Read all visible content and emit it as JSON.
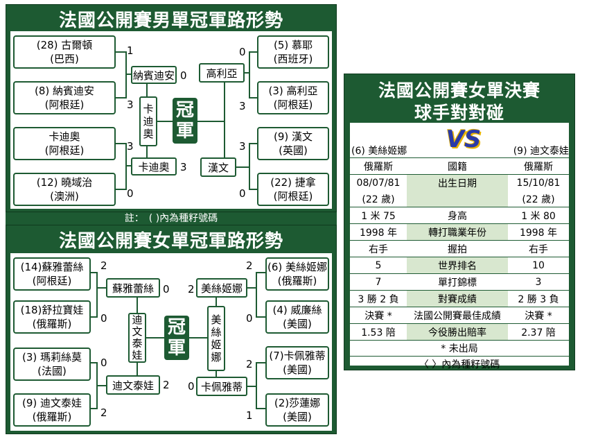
{
  "men": {
    "title": "法國公開賽男單冠軍路形勢",
    "r1": [
      {
        "name": "(28) 古爾頓",
        "country": "(巴西)",
        "score": "1"
      },
      {
        "name": "(8) 納賓迪安",
        "country": "(阿根廷)",
        "score": "3"
      },
      {
        "name": "卡迪奧",
        "country": "(阿根廷)",
        "score": "3"
      },
      {
        "name": "(12) 曉域治",
        "country": "(澳洲)",
        "score": "0"
      },
      {
        "name": "(5) 慕耶",
        "country": "(西班牙)",
        "score": "0"
      },
      {
        "name": "(3) 高利亞",
        "country": "(阿根廷)",
        "score": "3"
      },
      {
        "name": "(9) 漢文",
        "country": "(英國)",
        "score": "3"
      },
      {
        "name": "(22) 捷拿",
        "country": "(阿根廷)",
        "score": "0"
      }
    ],
    "sf": [
      {
        "name": "納賓迪安",
        "score": "0"
      },
      {
        "name": "卡迪奧",
        "score": "3"
      },
      {
        "name": "高利亞",
        "score": ""
      },
      {
        "name": "漢文",
        "score": ""
      }
    ],
    "finalists": {
      "left": "卡迪奧",
      "right": "漢文"
    },
    "right_scores": {
      "sf_top": "3",
      "sf_bottom": "3"
    },
    "champion": "冠軍",
    "note": "註：　(  )內為種籽號碼"
  },
  "women": {
    "title": "法國公開賽女單冠軍路形勢",
    "r1": [
      {
        "name": "(14)蘇雅蕾絲",
        "country": "(阿根廷)",
        "score": "2"
      },
      {
        "name": "(18)舒拉寶娃",
        "country": "(俄羅斯)",
        "score": "0"
      },
      {
        "name": "(3) 瑪莉絲莫",
        "country": "(法國)",
        "score": "0"
      },
      {
        "name": "(9) 迪文泰娃",
        "country": "(俄羅斯)",
        "score": "2"
      },
      {
        "name": "(6) 美絲姬娜",
        "country": "(俄羅斯)",
        "score": "2"
      },
      {
        "name": "(4) 威廉絲",
        "country": "(美國)",
        "score": "0"
      },
      {
        "name": "(7)卡佩雅蒂",
        "country": "(美國)",
        "score": "2"
      },
      {
        "name": "(2)莎蓮娜",
        "country": "(美國)",
        "score": "1"
      }
    ],
    "sf": [
      {
        "name": "蘇雅蕾絲",
        "score": "0"
      },
      {
        "name": "迪文泰娃",
        "score": "2"
      },
      {
        "name": "美絲姬娜",
        "score": "2"
      },
      {
        "name": "卡佩雅蒂",
        "score": "0"
      }
    ],
    "finalists": {
      "left": "迪文泰娃",
      "right": "美絲姬娜"
    },
    "champion": "冠軍"
  },
  "final": {
    "title_line1": "法國公開賽女單決賽",
    "title_line2": "球手對對碰",
    "vs": "VS",
    "left_player": "(6) 美絲姬娜",
    "right_player": "(9) 迪文泰娃",
    "rows": [
      {
        "left": "俄羅斯",
        "label": "國籍",
        "right": "俄羅斯"
      },
      {
        "left": "08/07/81",
        "label": "出生日期",
        "right": "15/10/81"
      },
      {
        "left": "(22 歲)",
        "label": "",
        "right": "(22 歲)"
      },
      {
        "left": "1 米 75",
        "label": "身高",
        "right": "1 米 80"
      },
      {
        "left": "1998 年",
        "label": "轉打職業年份",
        "right": "1998 年"
      },
      {
        "left": "右手",
        "label": "握拍",
        "right": "右手"
      },
      {
        "left": "5",
        "label": "世界排名",
        "right": "10"
      },
      {
        "left": "7",
        "label": "單打錦標",
        "right": "3"
      },
      {
        "left": "3 勝 2 負",
        "label": "對賽成績",
        "right": "2 勝 3 負"
      },
      {
        "left": "決賽 *",
        "label": "法國公開賽最佳成績",
        "right": "決賽 *"
      },
      {
        "left": "1.53 陪",
        "label": "今役勝出賠率",
        "right": "2.37 陪"
      }
    ],
    "note1": "* 未出局",
    "note2": "〈 〉內為種籽號碼"
  }
}
